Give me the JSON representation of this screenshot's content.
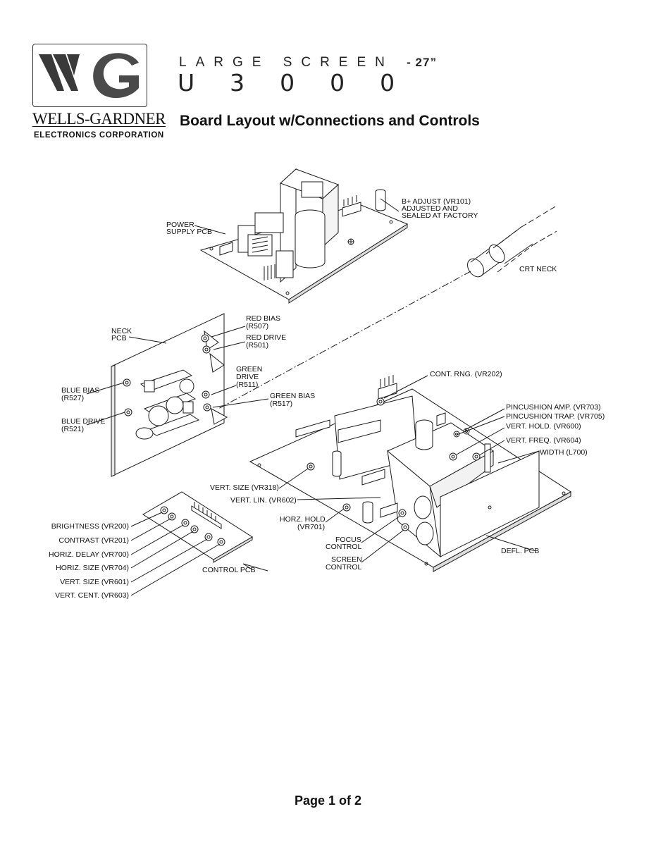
{
  "header": {
    "company_name": "WELLS-GARDNER",
    "company_subtitle": "ELECTRONICS CORPORATION",
    "series_text": "LARGE SCREEN",
    "series_size": "- 27”",
    "model": "U3000",
    "title": "Board Layout w/Connections and Controls"
  },
  "logo": {
    "initials": "WG",
    "colors": {
      "w": "#3a3a3a",
      "g": "#4a4a4a",
      "stroke": "#333333"
    }
  },
  "boards": {
    "power_supply": [
      "POWER",
      "SUPPLY PCB"
    ],
    "neck": [
      "NECK",
      "PCB"
    ],
    "control": "CONTROL PCB",
    "defl": "DEFL. PCB",
    "crt_neck": "CRT NECK"
  },
  "power_supply_controls": {
    "b_adjust": [
      "B+ ADJUST (VR101)",
      "ADJUSTED AND",
      "SEALED AT FACTORY"
    ]
  },
  "neck_controls": {
    "red_bias": [
      "RED BIAS",
      "(R507)"
    ],
    "red_drive": [
      "RED DRIVE",
      "(R501)"
    ],
    "green_drive": [
      "GREEN",
      "DRIVE",
      "(R511)"
    ],
    "green_bias": [
      "GREEN BIAS",
      "(R517)"
    ],
    "blue_bias": [
      "BLUE BIAS",
      "(R527)"
    ],
    "blue_drive": [
      "BLUE DRIVE",
      "(R521)"
    ]
  },
  "defl_controls": {
    "cont_rng": "CONT. RNG. (VR202)",
    "pincushion_amp": "PINCUSHION AMP. (VR703)",
    "pincushion_trap": "PINCUSHION TRAP. (VR705)",
    "vert_hold": "VERT. HOLD. (VR600)",
    "vert_freq": "VERT. FREQ. (VR604)",
    "width": "WIDTH (L700)",
    "vert_size": "VERT. SIZE (VR318)",
    "vert_lin": "VERT. LIN. (VR602)",
    "horz_hold": [
      "HORZ. HOLD",
      "(VR701)"
    ],
    "focus": [
      "FOCUS",
      "CONTROL"
    ],
    "screen": [
      "SCREEN",
      "CONTROL"
    ]
  },
  "control_pcb_controls": [
    "BRIGHTNESS (VR200)",
    "CONTRAST (VR201)",
    "HORIZ. DELAY (VR700)",
    "HORIZ. SIZE (VR704)",
    "VERT. SIZE (VR601)",
    "VERT. CENT. (VR603)"
  ],
  "footer": {
    "page": "Page 1 of 2"
  }
}
